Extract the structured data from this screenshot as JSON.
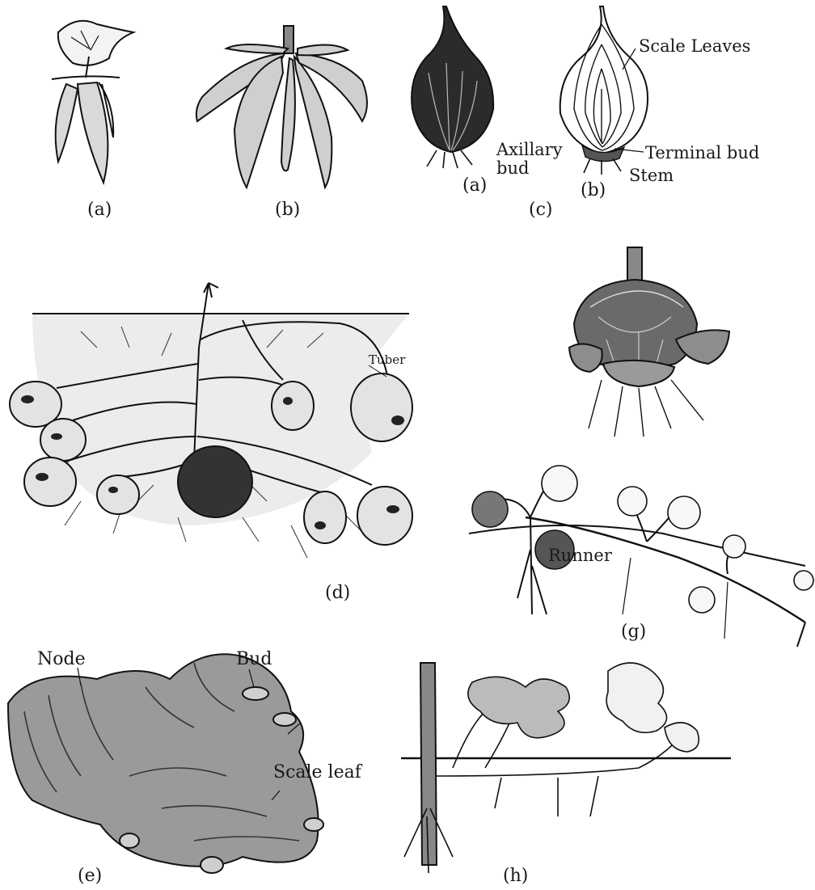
{
  "figure": {
    "panels": {
      "a": "(a)",
      "b": "(b)",
      "c": "(c)",
      "c_sub_a": "(a)",
      "c_sub_b": "(b)",
      "d": "(d)",
      "e": "(e)",
      "g": "(g)",
      "h": "(h)"
    },
    "labels": {
      "scale_leaves": "Scale Leaves",
      "axillary": "Axillary",
      "bud_word": "bud",
      "terminal_bud": "Terminal bud",
      "stem": "Stem",
      "tuber": "Tuber",
      "runner": "Runner",
      "node": "Node",
      "bud": "Bud",
      "scale_leaf": "Scale leaf"
    }
  }
}
